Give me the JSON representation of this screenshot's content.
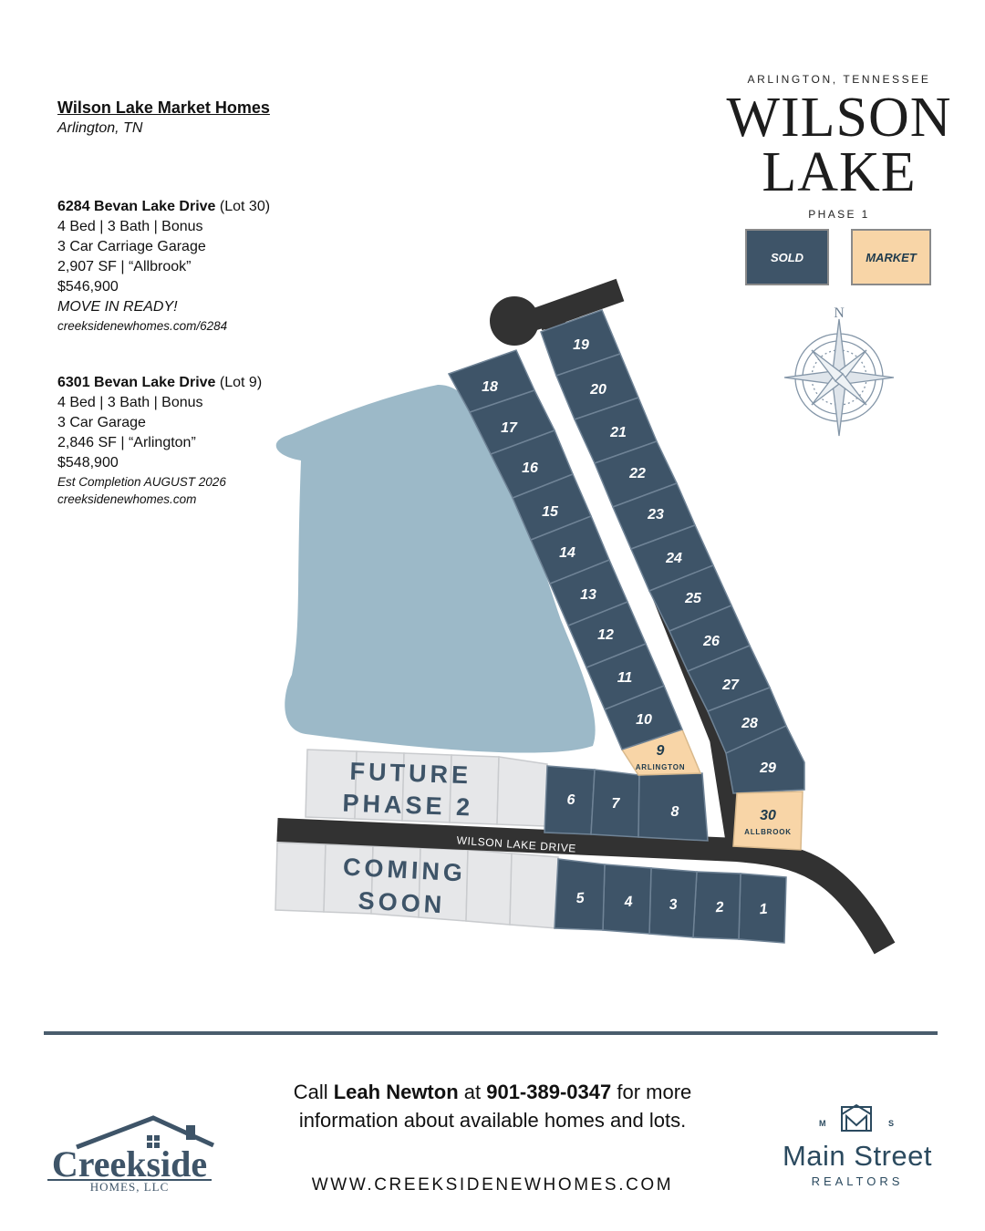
{
  "info": {
    "title": "Wilson Lake Market Homes",
    "location": "Arlington, TN",
    "listings": [
      {
        "address": "6284 Bevan Lake Drive",
        "lot": "(Lot 30)",
        "beds": "4 Bed | 3 Bath | Bonus",
        "garage": "3 Car Carriage Garage",
        "size": "2,907 SF | “Allbrook”",
        "price": "$546,900",
        "status": "MOVE IN READY!",
        "url": "creeksidenewhomes.com/6284"
      },
      {
        "address": "6301 Bevan Lake Drive",
        "lot": "(Lot 9)",
        "beds": "4 Bed | 3 Bath | Bonus",
        "garage": "3 Car Garage",
        "size": "2,846 SF | “Arlington”",
        "price": "$548,900",
        "status": "Est Completion AUGUST 2026",
        "url": "creeksidenewhomes.com"
      }
    ]
  },
  "brand": {
    "region": "ARLINGTON, TENNESSEE",
    "name_line1": "WILSON",
    "name_line2": "LAKE",
    "phase": "PHASE 1"
  },
  "legend": {
    "sold": "SOLD",
    "market": "MARKET",
    "sold_color": "#3e5468",
    "market_color": "#f8d5a7"
  },
  "compass": {
    "north_label": "N",
    "icon": "compass-rose-icon"
  },
  "map": {
    "streets": {
      "bevan": "BEVAN LAKE DRIVE",
      "wilson": "WILSON LAKE DRIVE"
    },
    "future_label_1": "FUTURE",
    "future_label_2": "PHASE 2",
    "coming_label_1": "COMING",
    "coming_label_2": "SOON",
    "lots": [
      {
        "number": "1",
        "status": "sold"
      },
      {
        "number": "2",
        "status": "sold"
      },
      {
        "number": "3",
        "status": "sold"
      },
      {
        "number": "4",
        "status": "sold"
      },
      {
        "number": "5",
        "status": "sold"
      },
      {
        "number": "6",
        "status": "sold"
      },
      {
        "number": "7",
        "status": "sold"
      },
      {
        "number": "8",
        "status": "sold"
      },
      {
        "number": "9",
        "status": "market",
        "plan": "ARLINGTON"
      },
      {
        "number": "10",
        "status": "sold"
      },
      {
        "number": "11",
        "status": "sold"
      },
      {
        "number": "12",
        "status": "sold"
      },
      {
        "number": "13",
        "status": "sold"
      },
      {
        "number": "14",
        "status": "sold"
      },
      {
        "number": "15",
        "status": "sold"
      },
      {
        "number": "16",
        "status": "sold"
      },
      {
        "number": "17",
        "status": "sold"
      },
      {
        "number": "18",
        "status": "sold"
      },
      {
        "number": "19",
        "status": "sold"
      },
      {
        "number": "20",
        "status": "sold"
      },
      {
        "number": "21",
        "status": "sold"
      },
      {
        "number": "22",
        "status": "sold"
      },
      {
        "number": "23",
        "status": "sold"
      },
      {
        "number": "24",
        "status": "sold"
      },
      {
        "number": "25",
        "status": "sold"
      },
      {
        "number": "26",
        "status": "sold"
      },
      {
        "number": "27",
        "status": "sold"
      },
      {
        "number": "28",
        "status": "sold"
      },
      {
        "number": "29",
        "status": "sold"
      },
      {
        "number": "30",
        "status": "market",
        "plan": "ALLBROOK"
      }
    ]
  },
  "footer": {
    "call_prefix": "Call ",
    "agent": "Leah Newton",
    "at": " at ",
    "phone": "901-389-0347",
    "call_suffix": " for more",
    "line2": "information about available homes and lots.",
    "website": "WWW.CREEKSIDENEWHOMES.COM",
    "creekside_name": "Creekside",
    "creekside_sub": "HOMES, LLC",
    "msr_m": "M",
    "msr_s": "S",
    "msr_name": "Main Street",
    "msr_sub": "REALTORS"
  }
}
